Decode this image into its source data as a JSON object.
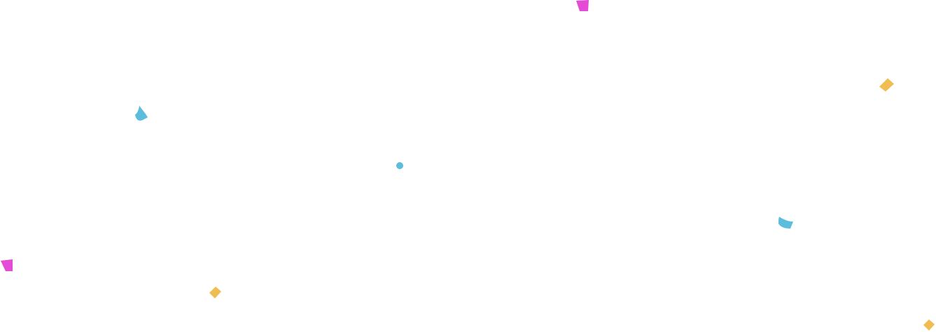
{
  "colors": {
    "background": "#ffffff",
    "pink": "#e44bd6",
    "blue": "#5bbddb",
    "gold": "#efbd52"
  },
  "confetti": [
    {
      "shape": "trapezoid",
      "color": "pink"
    },
    {
      "shape": "diamond",
      "color": "gold"
    },
    {
      "shape": "curl",
      "color": "blue"
    },
    {
      "shape": "dot",
      "color": "blue"
    },
    {
      "shape": "curl",
      "color": "blue"
    },
    {
      "shape": "trapezoid",
      "color": "pink"
    },
    {
      "shape": "diamond",
      "color": "gold"
    },
    {
      "shape": "diamond",
      "color": "gold"
    }
  ]
}
